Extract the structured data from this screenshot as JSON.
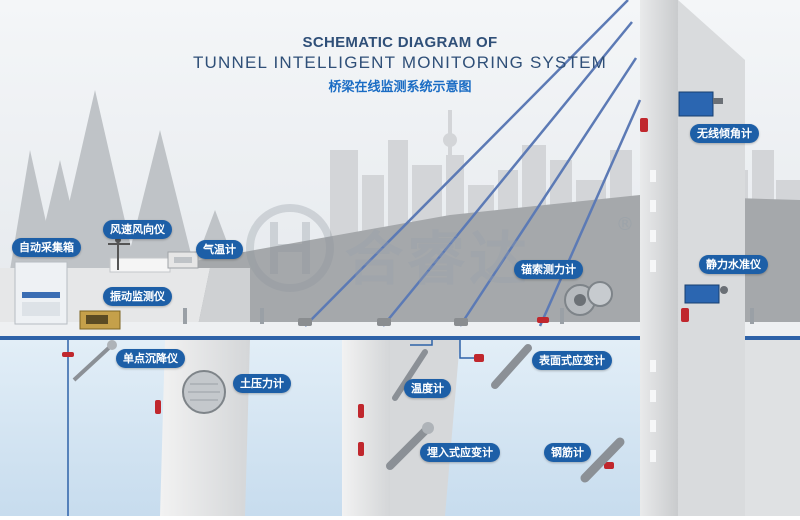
{
  "title": {
    "line1": "SCHEMATIC DIAGRAM OF",
    "line2": "TUNNEL INTELLIGENT MONITORING SYSTEM",
    "line3": "桥梁在线监测系统示意图"
  },
  "labels": {
    "auto_collector": "自动采集箱",
    "wind": "风速风向仪",
    "temp_gauge": "气温计",
    "vibration": "振动监测仪",
    "settlement": "单点沉降仪",
    "earth_pressure": "土压力计",
    "thermometer": "温度计",
    "embedded_strain": "埋入式应变计",
    "surface_strain": "表面式应变计",
    "rebar": "钢筋计",
    "anchor_force": "锚索测力计",
    "level": "静力水准仪",
    "inclinometer": "无线倾角计"
  },
  "watermark": {
    "text": "合睿达",
    "mark": "®"
  },
  "colors": {
    "label_bg": "#1d5fa7",
    "title": "#2f4f78",
    "title_cn": "#1a6cc4",
    "cable": "#5c7ab5",
    "water": "#d8e9f5"
  }
}
